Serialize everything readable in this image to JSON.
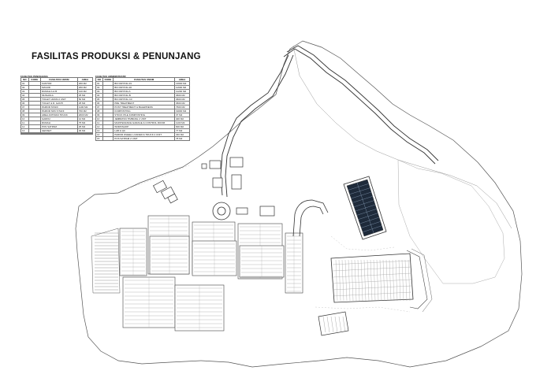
{
  "title": "FASILITAS PRODUKSI & PENUNJANG",
  "table1": {
    "caption": "FASILITAS PENUNJANG",
    "headers": [
      "NO",
      "KODE",
      "FASILITAS UMUM",
      "AREA"
    ],
    "rows": [
      [
        "01",
        "",
        "KANTOR",
        "200 M2"
      ],
      [
        "02",
        "",
        "MASJID",
        "200 M2"
      ],
      [
        "03",
        "",
        "RUMAH A & B",
        "120 M2"
      ],
      [
        "04",
        "",
        "MUSHOLA",
        "25 M2"
      ],
      [
        "05",
        "",
        "TOILET UMUM 2 UNIT",
        "50 M2"
      ],
      [
        "06",
        "",
        "TOILET & R. GANTI",
        "25 M2"
      ],
      [
        "07",
        "",
        "PARKIR STAFF",
        "1100 M2"
      ],
      [
        "08",
        "",
        "PARKIR NON STAFF",
        "700 M2"
      ],
      [
        "09",
        "",
        "AREA ANTRIAN TRUCK",
        "2000 M2"
      ],
      [
        "10",
        "",
        "GARDU",
        "12 M2"
      ],
      [
        "11",
        "",
        "RUMAH",
        "75 M2"
      ],
      [
        "12",
        "",
        "POS SATPAM",
        "25 M2"
      ],
      [
        "13",
        "",
        "GENSET",
        "30 M2"
      ],
      [
        "",
        "",
        "",
        ""
      ],
      [
        "",
        "",
        "",
        ""
      ]
    ]
  },
  "table2": {
    "caption": "FASILITAS ADMINISTRATIF",
    "headers": [
      "NO",
      "KODE",
      "FASILITAS UMUM",
      "AREA"
    ],
    "rows": [
      [
        "01",
        "",
        "BIO DRYING #1",
        "13600 M2"
      ],
      [
        "02",
        "",
        "BIO DRYING #2",
        "11600 M2"
      ],
      [
        "03",
        "",
        "BIO DRYING A",
        "11200 M2"
      ],
      [
        "04",
        "",
        "BIO DRYING B",
        "3600 M2"
      ],
      [
        "05",
        "",
        "BIO DRYING C3",
        "3600 M2"
      ],
      [
        "06",
        "",
        "PRE TREATMENT",
        "3600 M2"
      ],
      [
        "07",
        "",
        "POST TREATMENT & BALEPRESS",
        "7600 M2"
      ],
      [
        "08",
        "",
        "KOMPOSTING",
        "19000 M2"
      ],
      [
        "09",
        "",
        "STOCK PILE KOMPOSTING",
        "37 M2"
      ],
      [
        "10",
        "",
        "JEMBATAN TIMBANG 2 UNIT",
        "400 M2"
      ],
      [
        "11",
        "",
        "MAINTENANCE GARAGE & CONTROL ROOM",
        "1100 M2"
      ],
      [
        "12",
        "",
        "WORKSHOP",
        "600 M2"
      ],
      [
        "13",
        "",
        "LAB & QC",
        "77 M2"
      ],
      [
        "14",
        "",
        "PARKIR WHEEL LOADER & TRUCK 2 UNIT",
        "340 M2"
      ],
      [
        "15",
        "",
        "POS SATPAM 2 UNIT",
        "78 M2"
      ]
    ]
  }
}
